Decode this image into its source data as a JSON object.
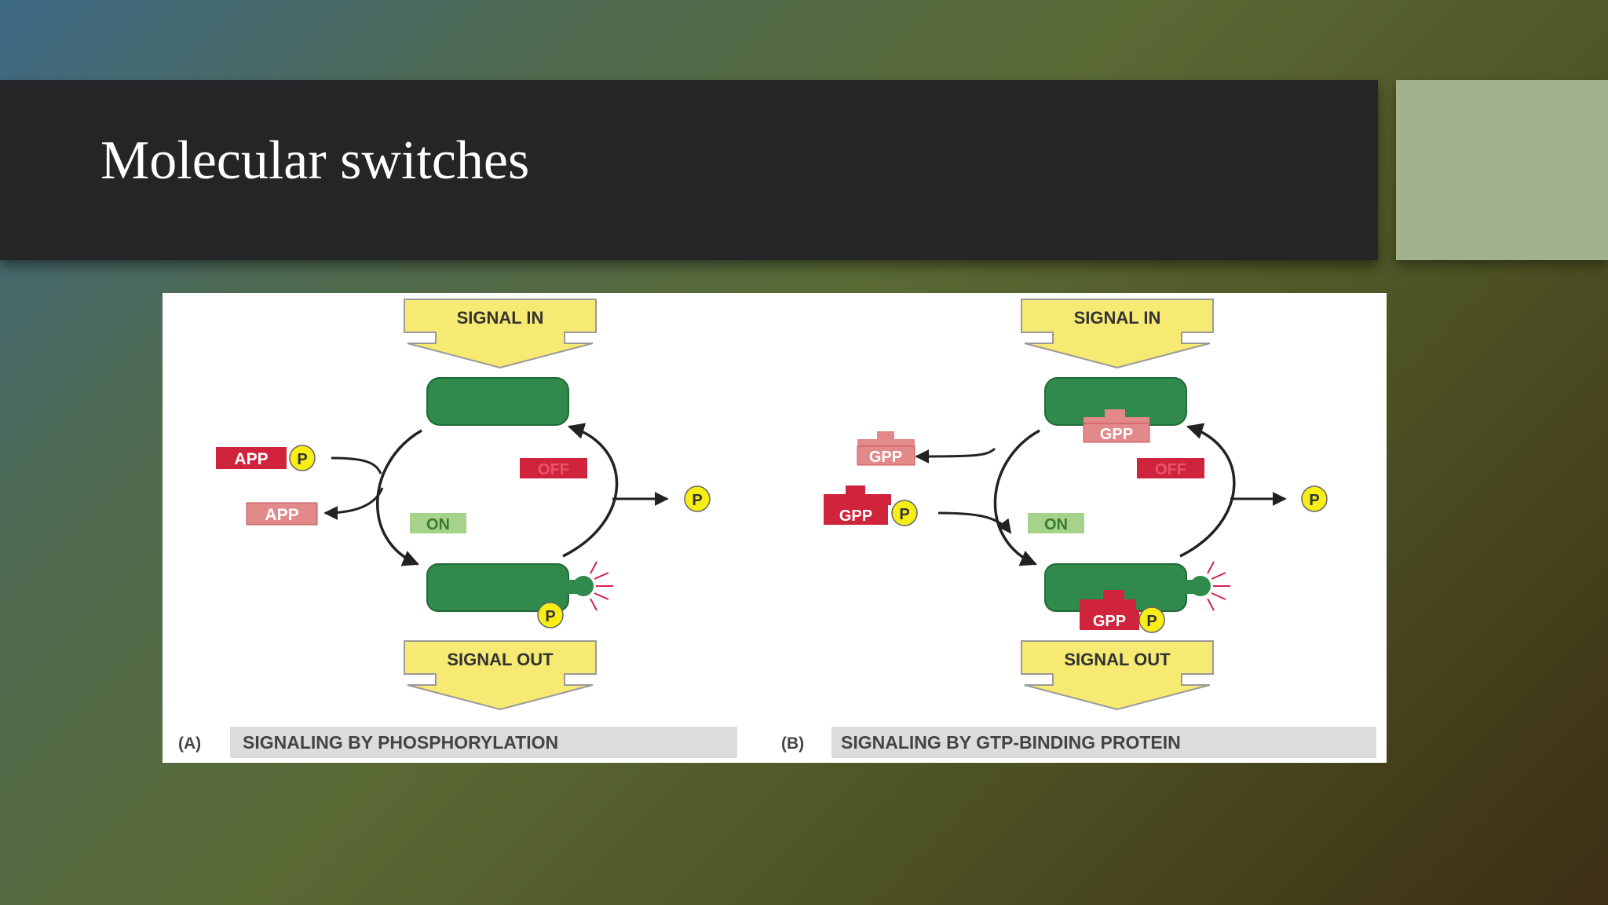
{
  "slide": {
    "title": "Molecular switches"
  },
  "colors": {
    "title_bar": "#252528",
    "accent_box": "#a2b28d",
    "protein_green": "#2f8a4c",
    "signal_yellow": "#f6ea73",
    "red_label": "#d0243c",
    "pink_label": "#e2898a",
    "green_label": "#a6d389",
    "phosphate_yellow": "#f7ee16"
  },
  "figure": {
    "panel_a": {
      "signal_in": "SIGNAL IN",
      "signal_out": "SIGNAL OUT",
      "off": "OFF",
      "on": "ON",
      "atp": "APP",
      "adp": "APP",
      "phosphate": "P",
      "letter": "(A)",
      "caption": "SIGNALING BY PHOSPHORYLATION"
    },
    "panel_b": {
      "signal_in": "SIGNAL IN",
      "signal_out": "SIGNAL OUT",
      "off": "OFF",
      "on": "ON",
      "gdp_bound": "GPP",
      "gdp_released": "GPP",
      "gtp": "GPP",
      "gtp_bound": "GPP",
      "phosphate": "P",
      "letter": "(B)",
      "caption": "SIGNALING BY GTP-BINDING PROTEIN"
    }
  }
}
